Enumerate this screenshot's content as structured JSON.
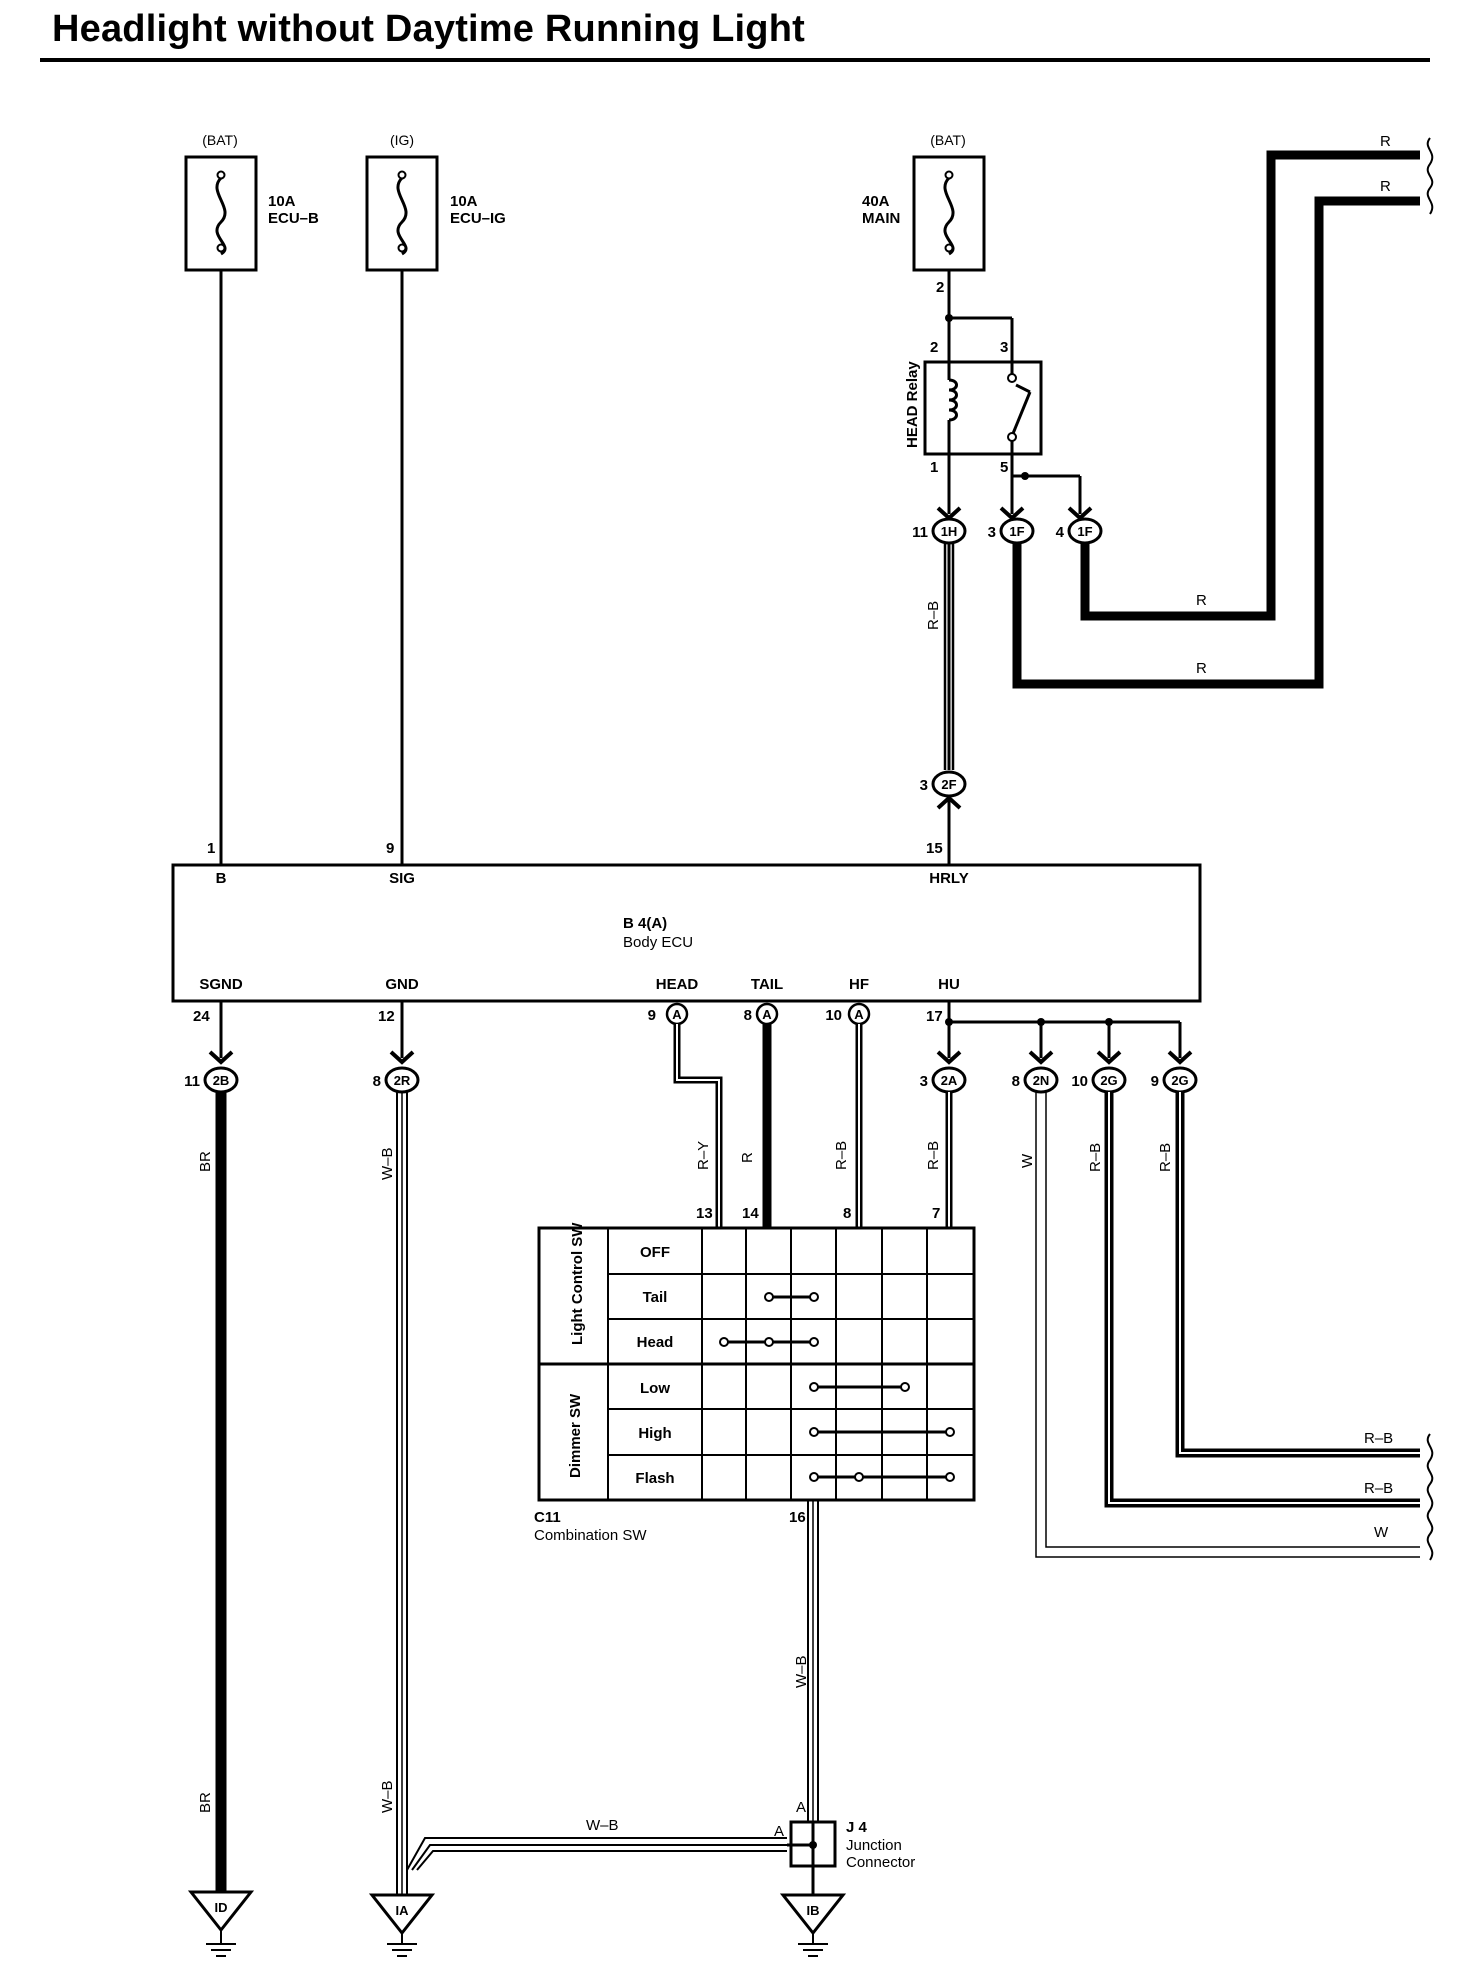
{
  "title": "Headlight without Daytime Running Light",
  "fuses": [
    {
      "source": "(BAT)",
      "rating": "10A",
      "name": "ECU–B"
    },
    {
      "source": "(IG)",
      "rating": "10A",
      "name": "ECU–IG"
    },
    {
      "source": "(BAT)",
      "rating": "40A",
      "name": "MAIN"
    }
  ],
  "relay": {
    "name": "HEAD Relay",
    "pins": {
      "top_fuse": "2",
      "coil_in": "2",
      "sw_in": "3",
      "coil_out": "1",
      "sw_out": "5"
    }
  },
  "connectors_top": [
    {
      "pin": "11",
      "id": "1H"
    },
    {
      "pin": "3",
      "id": "1F"
    },
    {
      "pin": "4",
      "id": "1F"
    },
    {
      "pin": "3",
      "id": "2F"
    }
  ],
  "ecu": {
    "id": "B 4(A)",
    "name": "Body ECU",
    "top_pins": [
      {
        "num": "1",
        "term": "B"
      },
      {
        "num": "9",
        "term": "SIG"
      },
      {
        "num": "15",
        "term": "HRLY"
      }
    ],
    "bottom_terms": [
      "SGND",
      "GND",
      "HEAD",
      "TAIL",
      "HF",
      "HU"
    ],
    "bottom_pins": [
      {
        "num": "24"
      },
      {
        "num": "12"
      },
      {
        "num": "9",
        "conn": "A"
      },
      {
        "num": "8",
        "conn": "A"
      },
      {
        "num": "10",
        "conn": "A"
      },
      {
        "num": "17"
      }
    ]
  },
  "connectors_bottom": [
    {
      "pin": "11",
      "id": "2B"
    },
    {
      "pin": "8",
      "id": "2R"
    },
    {
      "pin": "3",
      "id": "2A"
    },
    {
      "pin": "8",
      "id": "2N"
    },
    {
      "pin": "10",
      "id": "2G"
    },
    {
      "pin": "9",
      "id": "2G"
    }
  ],
  "wire_colors": {
    "r_top1": "R",
    "r_top2": "R",
    "r_mid1": "R",
    "r_mid2": "R",
    "rb_relay": "R–B",
    "br_upper": "BR",
    "br_lower": "BR",
    "wb_upper": "W–B",
    "wb_lower": "W–B",
    "wb_horizontal": "W–B",
    "wb_j4": "W–B",
    "ry": "R–Y",
    "r_tail": "R",
    "rb_hf": "R–B",
    "rb_hu": "R–B",
    "w_2n": "W",
    "rb_2g1": "R–B",
    "rb_2g2": "R–B",
    "out_rb1": "R–B",
    "out_rb2": "R–B",
    "out_w": "W"
  },
  "switch": {
    "id": "C11",
    "name": "Combination SW",
    "group_light": "Light Control SW",
    "group_dimmer": "Dimmer SW",
    "rows": [
      "OFF",
      "Tail",
      "Head",
      "Low",
      "High",
      "Flash"
    ],
    "top_pins": [
      "13",
      "14",
      "8",
      "7"
    ],
    "ground_pin": "16"
  },
  "junction": {
    "id": "J 4",
    "line1": "Junction",
    "line2": "Connector",
    "pin_top": "A",
    "pin_left": "A"
  },
  "grounds": [
    "ID",
    "IA",
    "IB"
  ]
}
